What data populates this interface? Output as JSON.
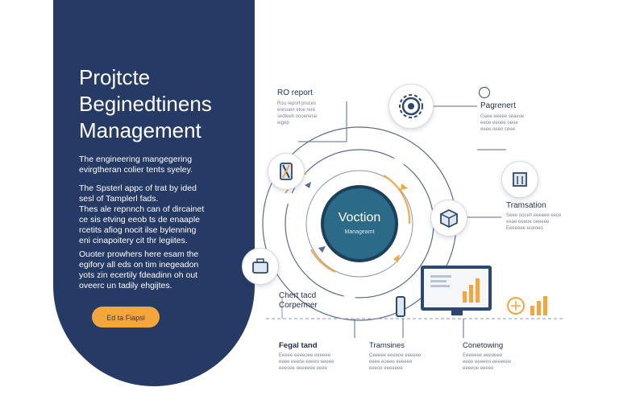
{
  "panel": {
    "title_lines": [
      "Projtcte",
      "Beginedtinens",
      "Management"
    ],
    "para1": [
      "The engineering mangegering",
      "evirgtheran colier tents syeley."
    ],
    "para2": [
      "The Spsterl appc of trat by ided",
      "sesl of Tamplerl fads.",
      "Thes ale repnnch can of dircainet",
      "ce sis etving eeob ts de enaaple",
      "rcetits afiog nocit ilse bylenning",
      "eni cinapoitery cit thr legiites."
    ],
    "para3": [
      "Ouoter prowhers here esam the",
      "egifory all eds on tim inegeadon",
      "yots zin ecertily fdeadinn oh out",
      "oveerc un tadily ehgijtes."
    ],
    "button_label": "Ed ta Fiapsi"
  },
  "hub": {
    "title": "Voction",
    "subtitle": "Manageamt"
  },
  "labels": {
    "ro_report": "RO report",
    "ro_report_desc": [
      "Rou report pruces",
      "eresuen eloe rere",
      "sedieeh oooenese",
      "eigep"
    ],
    "pagnement": "Pagrenert",
    "pagnement_desc": [
      "Gaee eeeee seaeoe",
      "eeoe eeoee oeoe",
      "eeee oeeo ceee"
    ],
    "tramation": "Tramsation",
    "tramation_desc": [
      "Seee ooceh eeeeee eece",
      "eeae eeeoe oeeeee",
      "Eeeeeee eoeoeo"
    ],
    "chert_lead": [
      "Chert tacd",
      "Corpermer"
    ]
  },
  "bottom": [
    {
      "title": "Fegal tand",
      "desc": [
        "Eeeee eeeeoee eeeeee",
        "eeee eeeoe eeeeo eeeee",
        "eeeoee eeeeeee eeee"
      ]
    },
    {
      "title": "Tramsines",
      "desc": [
        "Ceeeee eeeeoe eeeeee",
        "eeee eoeee eeeeee",
        "eeeoe eeeeeee"
      ]
    },
    {
      "title": "Conetowing",
      "desc": [
        "Eeeeeee eeeoeee",
        "eeee eeeeeo eeeeeee",
        "eeeeoe eeeee"
      ]
    }
  ],
  "icons": [
    "gear-icon",
    "wrench-tools-icon",
    "building-icon",
    "cube-icon",
    "toolbox-icon",
    "pin-icon",
    "monitor-icon",
    "phone-icon",
    "analytics-icon"
  ],
  "colors": {
    "panel": "#263a66",
    "accent": "#f4a63b",
    "hub": "#2c6b88",
    "line": "#5a6b8c"
  }
}
